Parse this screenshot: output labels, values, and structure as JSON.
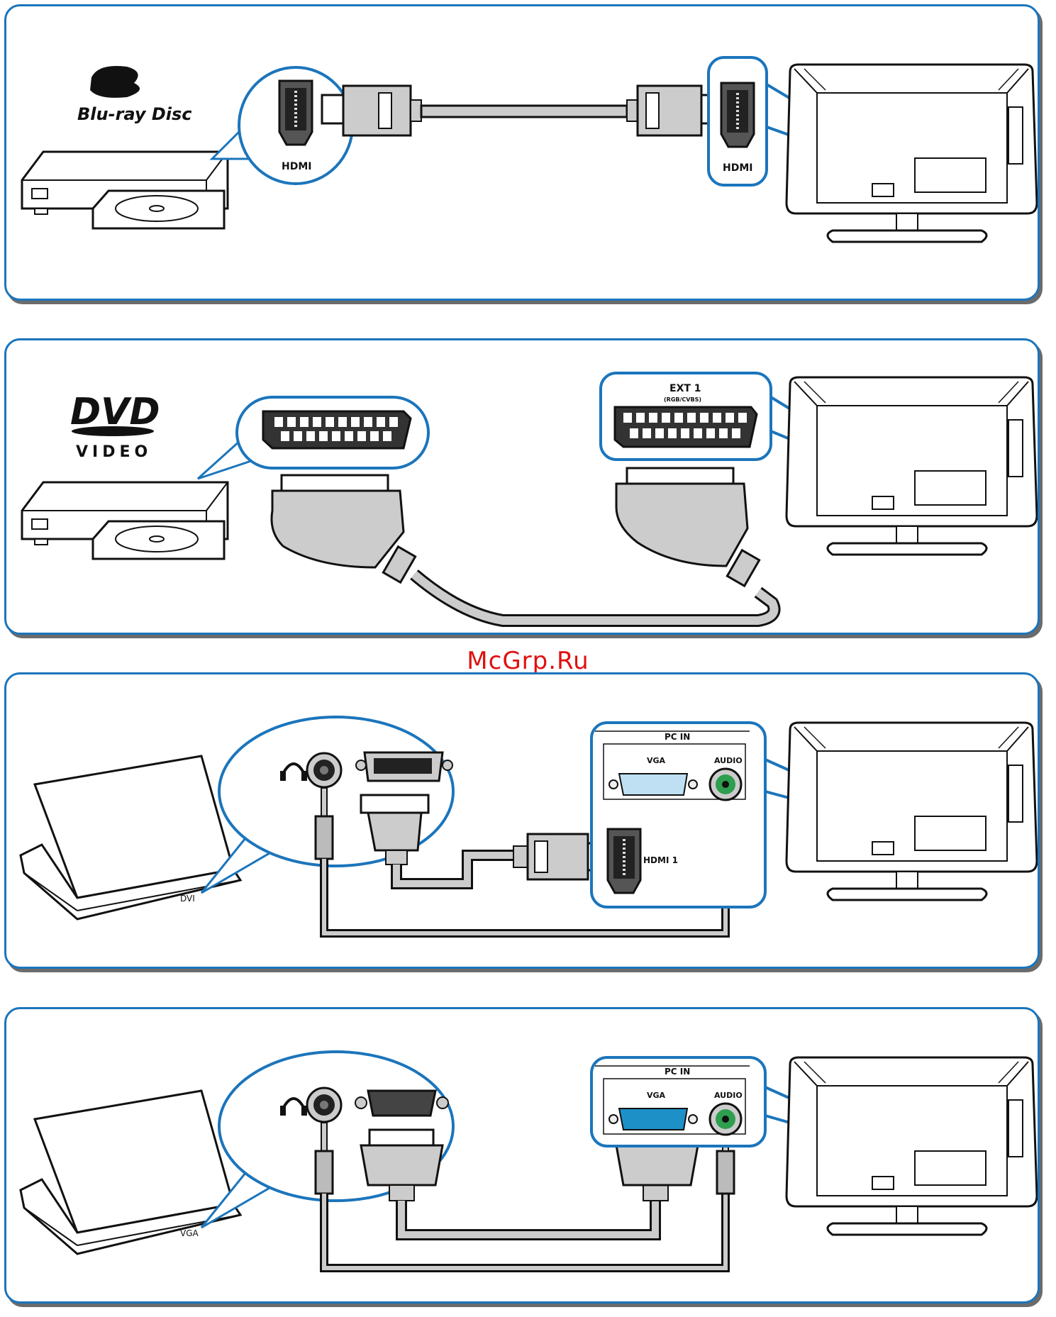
{
  "watermark": "McGrp.Ru",
  "panels": [
    {
      "source_logo": {
        "name": "Blu-ray Disc",
        "text": "Blu-ray Disc"
      },
      "source_port_label": "HDMI",
      "tv_port_label": "HDMI",
      "connection": "HDMI"
    },
    {
      "source_logo": {
        "name": "DVD VIDEO",
        "text_dvd": "DVD",
        "text_video": "VIDEO"
      },
      "tv_port_label": "EXT 1",
      "tv_port_sublabel": "(RGB/CVBS)",
      "connection": "SCART"
    },
    {
      "laptop_ports_label": "DVI",
      "tv_group_label": "PC IN",
      "tv_vga_label": "VGA",
      "tv_audio_label": "AUDIO",
      "tv_hdmi_label": "HDMI 1",
      "connection": "DVI-HDMI + audio"
    },
    {
      "laptop_ports_label": "VGA",
      "tv_group_label": "PC IN",
      "tv_vga_label": "VGA",
      "tv_audio_label": "AUDIO",
      "connection": "VGA + audio"
    }
  ],
  "colors": {
    "accent": "#1b75bc",
    "vga_port": "#1e90c8",
    "audio_port": "#2e9e4f",
    "watermark": "#e01010",
    "cable": "#c8c8c8"
  }
}
